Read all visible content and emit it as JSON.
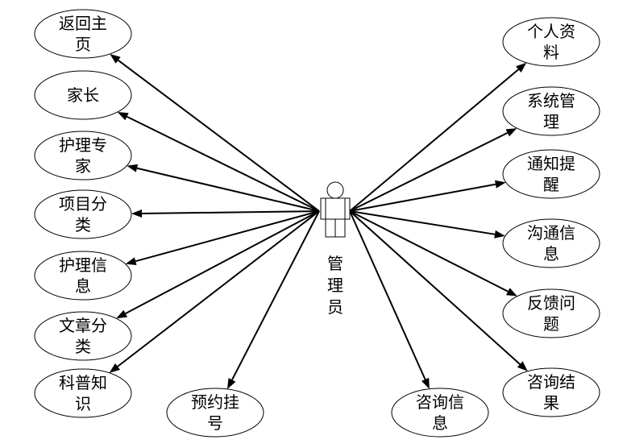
{
  "actor": {
    "icon": "person-icon",
    "label_lines": [
      "管",
      "理",
      "员"
    ]
  },
  "use_cases": [
    {
      "id": "return-home",
      "lines": [
        "返回主",
        "页"
      ]
    },
    {
      "id": "parent",
      "lines": [
        "家长"
      ]
    },
    {
      "id": "nursing-expert",
      "lines": [
        "护理专",
        "家"
      ]
    },
    {
      "id": "item-category",
      "lines": [
        "项目分",
        "类"
      ]
    },
    {
      "id": "nursing-info",
      "lines": [
        "护理信",
        "息"
      ]
    },
    {
      "id": "article-category",
      "lines": [
        "文章分",
        "类"
      ]
    },
    {
      "id": "science-knowledge",
      "lines": [
        "科普知",
        "识"
      ]
    },
    {
      "id": "appointment",
      "lines": [
        "预约挂",
        "号"
      ]
    },
    {
      "id": "consultation-info",
      "lines": [
        "咨询信",
        "息"
      ]
    },
    {
      "id": "personal-profile",
      "lines": [
        "个人资",
        "料"
      ]
    },
    {
      "id": "system-management",
      "lines": [
        "系统管",
        "理"
      ]
    },
    {
      "id": "notification-reminder",
      "lines": [
        "通知提",
        "醒"
      ]
    },
    {
      "id": "communication-info",
      "lines": [
        "沟通信",
        "息"
      ]
    },
    {
      "id": "feedback-issues",
      "lines": [
        "反馈问",
        "题"
      ]
    },
    {
      "id": "consultation-result",
      "lines": [
        "咨询结",
        "果"
      ]
    }
  ]
}
